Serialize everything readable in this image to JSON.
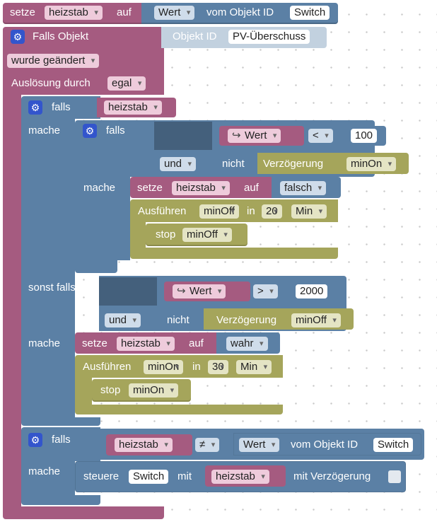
{
  "top": {
    "setze": "setze",
    "var": "heizstab",
    "auf": "auf",
    "wert_dd": "Wert",
    "vom_objekt_id": "vom Objekt ID",
    "id": "Switch"
  },
  "trigger": {
    "label": "Falls Objekt",
    "objekt_id": "Objekt ID",
    "objekt_value": "PV-Überschuss",
    "changed_dd": "wurde geändert",
    "trigger_by": "Auslösung durch",
    "trigger_dd": "egal"
  },
  "if1": {
    "falls": "falls",
    "cond_var": "heizstab",
    "mache": "mache",
    "inner_falls": "falls",
    "cmp1": {
      "icon": "↪",
      "left": "Wert",
      "op": "<",
      "right": "100"
    },
    "und": "und",
    "nicht": "nicht",
    "verz": "Verzögerung",
    "verz_dd": "minOn",
    "inner_mache": "mache",
    "set1": {
      "setze": "setze",
      "var": "heizstab",
      "auf": "auf",
      "val": "falsch"
    },
    "exec1": {
      "label": "Ausführen",
      "name": "minOff",
      "in": "in",
      "num": "20",
      "unit": "Min"
    },
    "stop1": {
      "label": "stop",
      "name": "minOff"
    }
  },
  "elseif": {
    "label": "sonst falls",
    "cmp2": {
      "icon": "↪",
      "left": "Wert",
      "op": ">",
      "right": "2000"
    },
    "und": "und",
    "nicht": "nicht",
    "verz": "Verzögerung",
    "verz_dd": "minOff",
    "mache": "mache",
    "set2": {
      "setze": "setze",
      "var": "heizstab",
      "auf": "auf",
      "val": "wahr"
    },
    "exec2": {
      "label": "Ausführen",
      "name": "minOn",
      "in": "in",
      "num": "30",
      "unit": "Min"
    },
    "stop2": {
      "label": "stop",
      "name": "minOn"
    }
  },
  "if2": {
    "falls": "falls",
    "var": "heizstab",
    "op": "≠",
    "wert_dd": "Wert",
    "vom_objekt_id": "vom Objekt ID",
    "id": "Switch",
    "mache": "mache",
    "steuere": "steuere",
    "steuere_id": "Switch",
    "mit": "mit",
    "val": "heizstab",
    "mit_verz": "mit Verzögerung"
  },
  "icons": {
    "gear": "⚙"
  },
  "colors": {
    "variable": "#a55b80",
    "logic": "#5b80a5",
    "timer": "#a5a55b",
    "gear": "#3355cc"
  }
}
